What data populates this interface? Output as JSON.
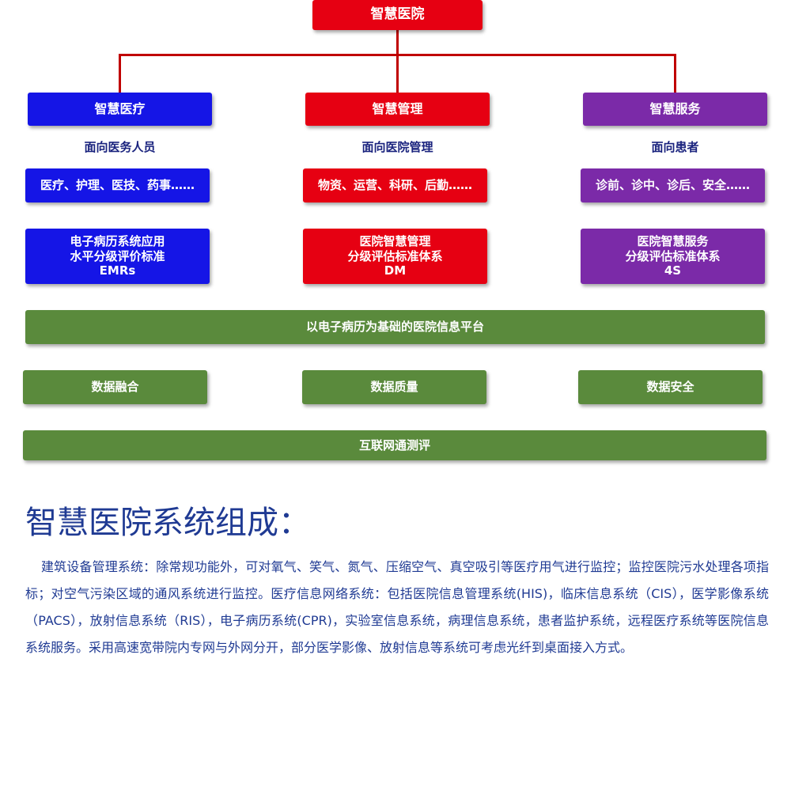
{
  "root": {
    "label": "智慧医院"
  },
  "columns": [
    {
      "header": "智慧医疗",
      "subtitle": "面向医务人员",
      "scope": "医疗、护理、医技、药事……",
      "standard": [
        "电子病历系统应用",
        "水平分级评价标准",
        "EMRs"
      ],
      "color": "#1515e6"
    },
    {
      "header": "智慧管理",
      "subtitle": "面向医院管理",
      "scope": "物资、运营、科研、后勤……",
      "standard": [
        "医院智慧管理",
        "分级评估标准体系",
        "DM"
      ],
      "color": "#e60012"
    },
    {
      "header": "智慧服务",
      "subtitle": "面向患者",
      "scope": "诊前、诊中、诊后、安全……",
      "standard": [
        "医院智慧服务",
        "分级评估标准体系",
        "4S"
      ],
      "color": "#7b2aa8"
    }
  ],
  "platform": {
    "label": "以电子病历为基础的医院信息平台"
  },
  "pillars": [
    "数据融合",
    "数据质量",
    "数据安全"
  ],
  "foundation": {
    "label": "互联网通测评"
  },
  "colors": {
    "green": "#5a8a3c",
    "connector": "#c00000",
    "text": "#1f3a93"
  },
  "section": {
    "title": "智慧医院系统组成：",
    "body": "建筑设备管理系统：除常规功能外，可对氧气、笑气、氮气、压缩空气、真空吸引等医疗用气进行监控；监控医院污水处理各项指标；对空气污染区域的通风系统进行监控。医疗信息网络系统：包括医院信息管理系统(HIS)，临床信息系统（CIS），医学影像系统（PACS），放射信息系统（RIS），电子病历系统(CPR)，实验室信息系统，病理信息系统，患者监护系统，远程医疗系统等医院信息系统服务。采用高速宽带院内专网与外网分开，部分医学影像、放射信息等系统可考虑光纤到桌面接入方式。"
  }
}
